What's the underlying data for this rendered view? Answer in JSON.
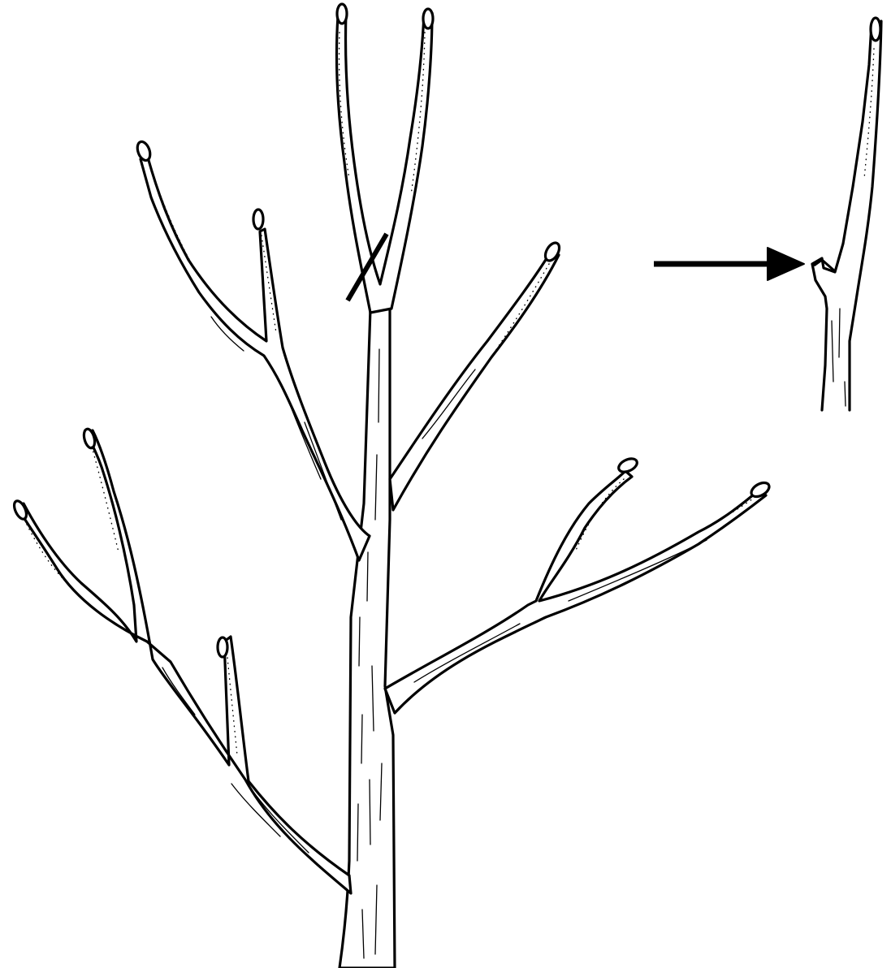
{
  "figure": {
    "subject": "pruning-cut-diagram",
    "colors": {
      "ink": "#000000",
      "paper": "#ffffff"
    },
    "parts": [
      "tree-branch-structure",
      "cut-mark",
      "pointer-arrow",
      "pruned-stem-detail"
    ]
  }
}
